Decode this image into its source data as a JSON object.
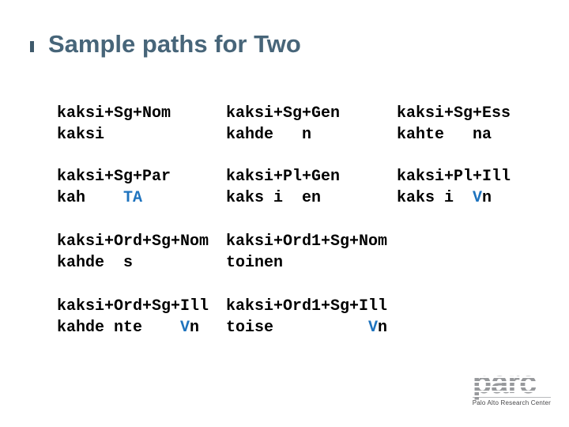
{
  "slide": {
    "title": "Sample paths for Two"
  },
  "colors": {
    "title": "#476579",
    "accent_tick": "#3f5a6c",
    "body_text": "#000000",
    "morph_blue": "#1e73be",
    "logo_gray": "#97999c",
    "logo_caption": "#48484a"
  },
  "blocks": [
    {
      "name": "sg-nom",
      "row": 0,
      "col": 0,
      "lexical": "kaksi+Sg+Nom",
      "surface": [
        {
          "text": "kaksi",
          "blue": false
        }
      ]
    },
    {
      "name": "sg-gen",
      "row": 0,
      "col": 1,
      "lexical": "kaksi+Sg+Gen",
      "surface": [
        {
          "text": "kahde   n",
          "blue": false
        }
      ]
    },
    {
      "name": "sg-ess",
      "row": 0,
      "col": 2,
      "lexical": "kaksi+Sg+Ess",
      "surface": [
        {
          "text": "kahte   na",
          "blue": false
        }
      ]
    },
    {
      "name": "sg-par",
      "row": 1,
      "col": 0,
      "lexical": "kaksi+Sg+Par",
      "surface": [
        {
          "text": "kah    ",
          "blue": false
        },
        {
          "text": "TA",
          "blue": true
        }
      ]
    },
    {
      "name": "pl-gen",
      "row": 1,
      "col": 1,
      "lexical": "kaksi+Pl+Gen",
      "surface": [
        {
          "text": "kaks i  en",
          "blue": false
        }
      ]
    },
    {
      "name": "pl-ill",
      "row": 1,
      "col": 2,
      "lexical": "kaksi+Pl+Ill",
      "surface": [
        {
          "text": "kaks i  ",
          "blue": false
        },
        {
          "text": "V",
          "blue": true
        },
        {
          "text": "n",
          "blue": false
        }
      ]
    },
    {
      "name": "ord-sg-nom",
      "row": 2,
      "col": 0,
      "lexical": "kaksi+Ord+Sg+Nom",
      "surface": [
        {
          "text": "kahde  s",
          "blue": false
        }
      ]
    },
    {
      "name": "ord1-sg-nom",
      "row": 2,
      "col": 1,
      "lexical": "kaksi+Ord1+Sg+Nom",
      "surface": [
        {
          "text": "toinen",
          "blue": false
        }
      ]
    },
    {
      "name": "ord-sg-ill",
      "row": 3,
      "col": 0,
      "lexical": "kaksi+Ord+Sg+Ill",
      "surface": [
        {
          "text": "kahde nte    ",
          "blue": false
        },
        {
          "text": "V",
          "blue": true
        },
        {
          "text": "n",
          "blue": false
        }
      ]
    },
    {
      "name": "ord1-sg-ill",
      "row": 3,
      "col": 1,
      "lexical": "kaksi+Ord1+Sg+Ill",
      "surface": [
        {
          "text": "toise          ",
          "blue": false
        },
        {
          "text": "V",
          "blue": true
        },
        {
          "text": "n",
          "blue": false
        }
      ]
    }
  ],
  "logo": {
    "wordmark": "parc",
    "caption": "Palo Alto Research Center"
  }
}
